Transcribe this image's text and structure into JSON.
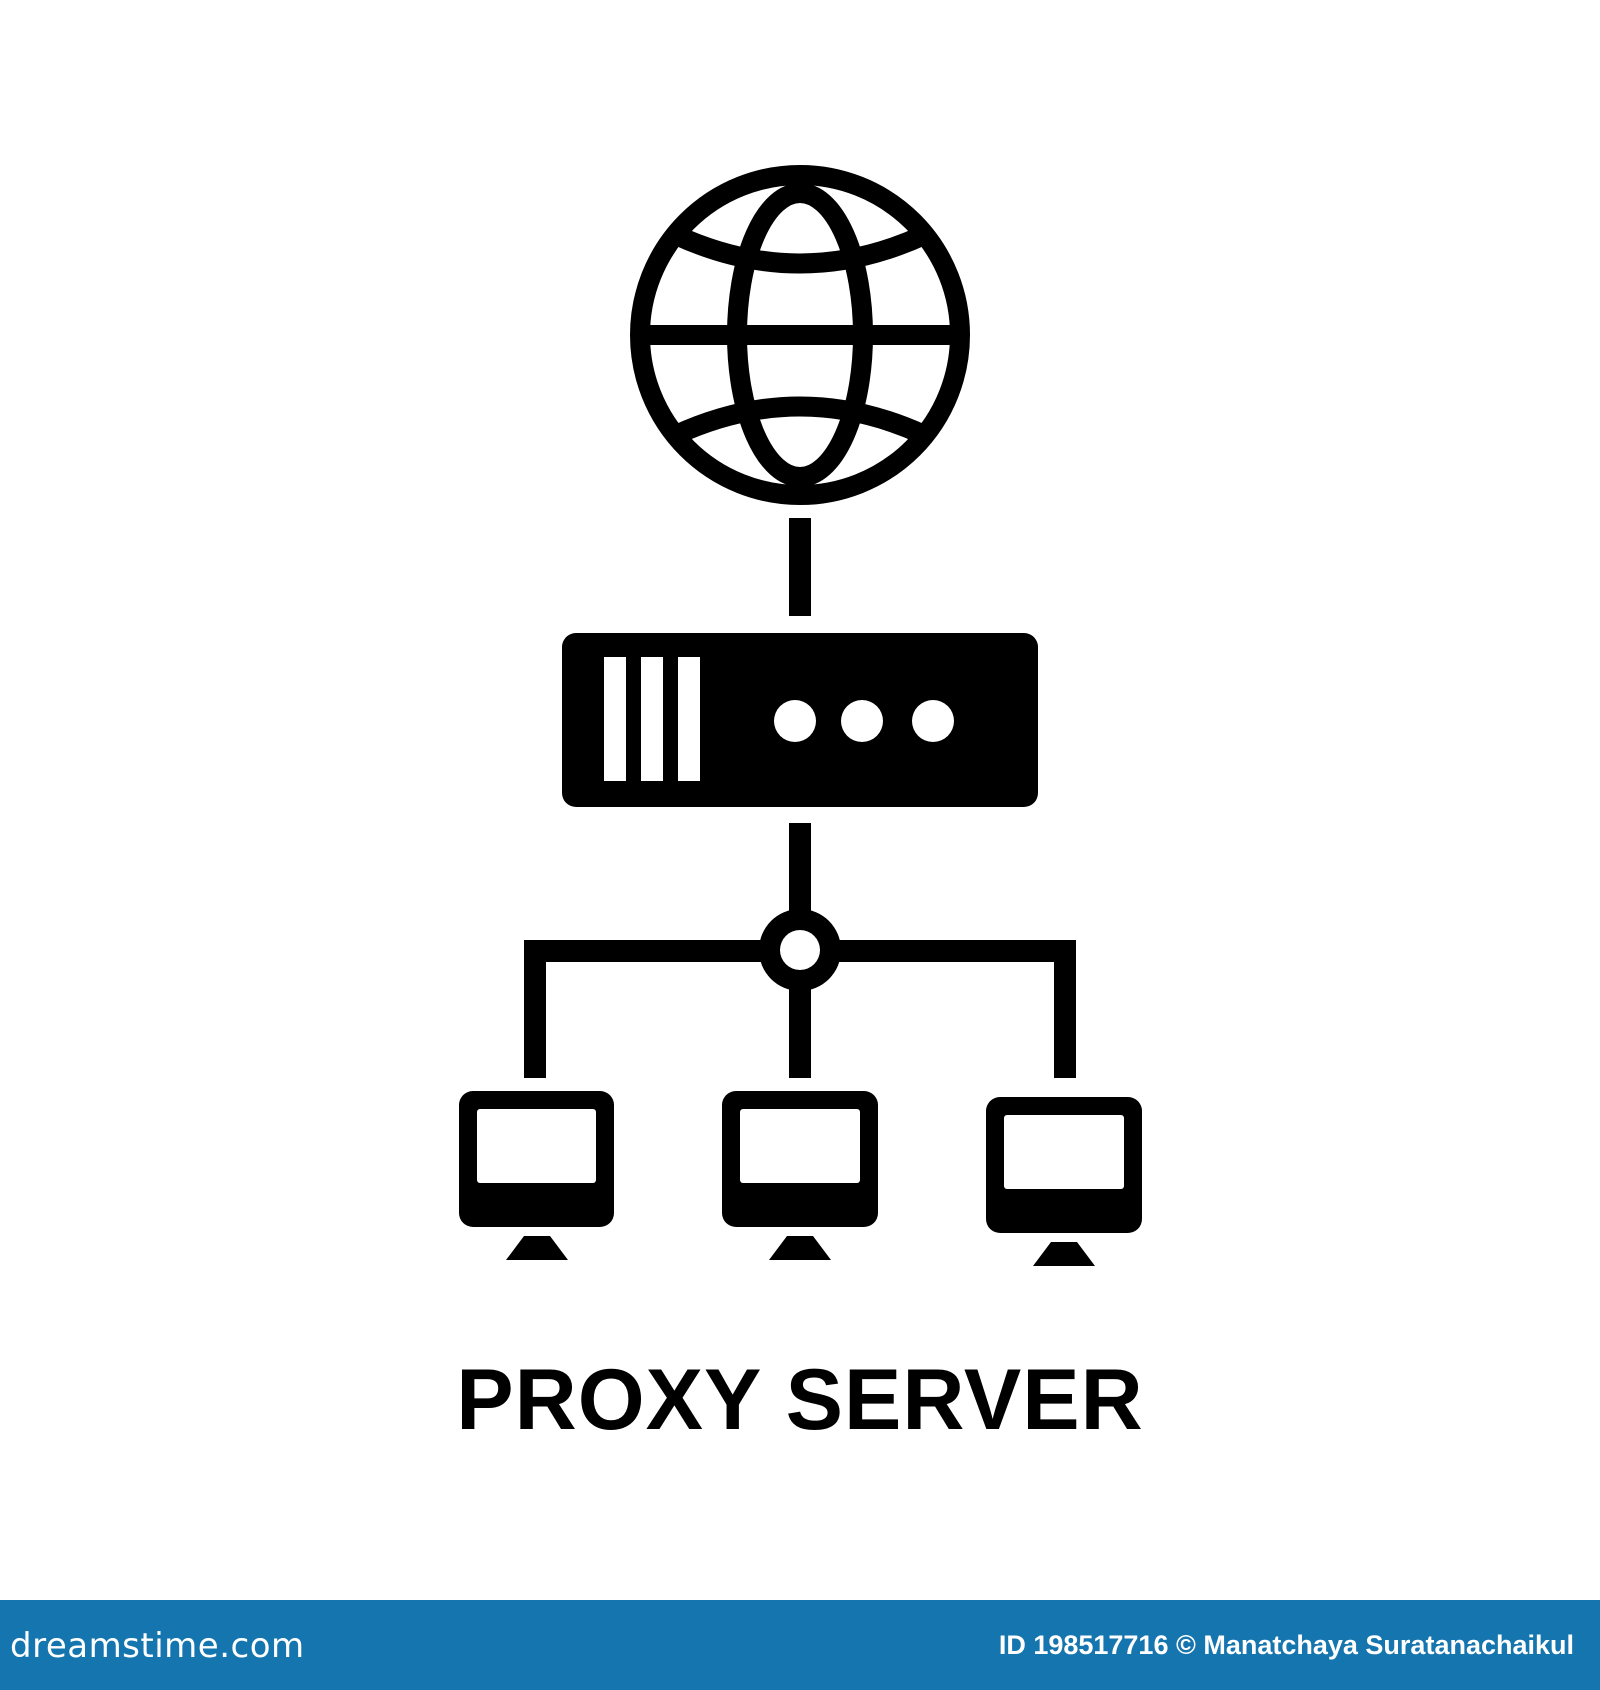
{
  "caption": "PROXY SERVER",
  "footer": {
    "logo": "dreamstime.com",
    "credit": "ID 198517716 © Manatchaya Suratanachaikul"
  },
  "icons": [
    "globe-icon",
    "server-icon",
    "computer-icon",
    "computer-icon",
    "computer-icon"
  ],
  "colors": {
    "foreground": "#000000",
    "background": "#ffffff",
    "footer_bar": "#1575ae"
  }
}
